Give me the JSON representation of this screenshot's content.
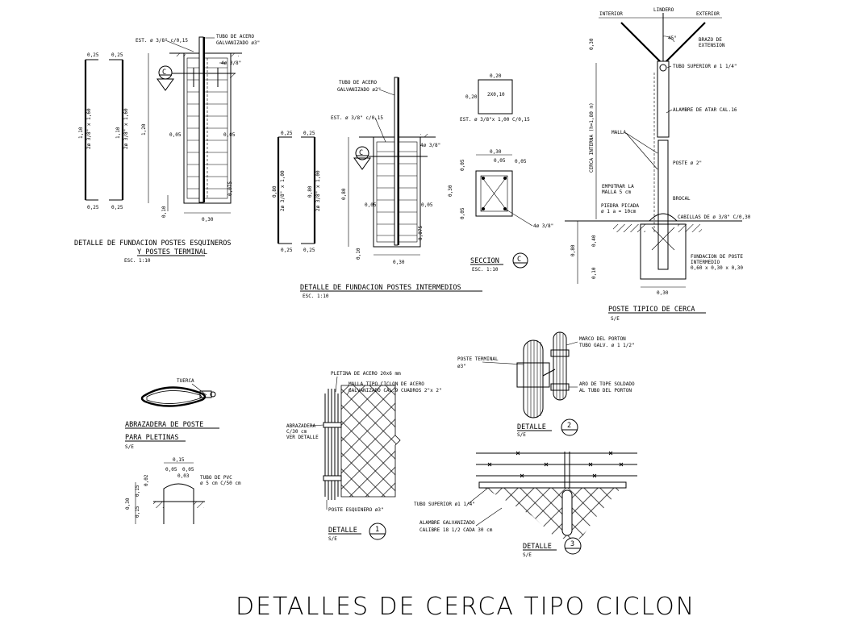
{
  "title": "DETALLES DE CERCA TIPO CICLON",
  "esquineros": {
    "title_line1": "DETALLE DE FUNDACION POSTES ESQUINEROS",
    "title_line2": "Y POSTES TERMINAL",
    "scale": "ESC. 1:10",
    "est": "EST. ø 3/8\" c/0,15",
    "tubo1": "TUBO DE ACERO",
    "tubo2": "GALVANIZADO ø3\"",
    "bar_label": "4ø 3/8\"",
    "dims": [
      "0,25",
      "0,25",
      "1,10",
      "2ø 3/8\" x 1,60",
      "1,10",
      "2ø 3/8\" x 1,60",
      "0,25",
      "0,25",
      "1,20",
      "0,05",
      "0,05",
      "0,075",
      "0,10",
      "0,30"
    ],
    "section_mark": "C"
  },
  "intermedios": {
    "title": "DETALLE DE FUNDACION POSTES INTERMEDIOS",
    "scale": "ESC. 1:10",
    "tubo1": "TUBO DE ACERO",
    "tubo2": "GALVANIZADO ø2\"",
    "est": "EST. ø 3/8\" c/0,15",
    "bar_label": "4ø 3/8\"",
    "dims": [
      "0,25",
      "0,25",
      "0,80",
      "2ø 3/8\" x 1,00",
      "0,80",
      "2ø 3/8\" x 1,00",
      "0,25",
      "0,25",
      "0,80",
      "0,05",
      "0,05",
      "0,075",
      "0,10",
      "0,30"
    ],
    "section_mark": "C"
  },
  "seccion": {
    "top_box": "2X0,10",
    "top_w": "0,20",
    "top_h": "0,20",
    "est": "EST. ø 3/8\"x 1,00 C/0,15",
    "dim_top": "0,30",
    "dims": [
      "0,05",
      "0,05",
      "0,30",
      "0,05",
      "0,05"
    ],
    "bars": "4ø 3/8\"",
    "title": "SECCION",
    "mark": "C",
    "scale": "ESC. 1:10"
  },
  "poste_tipico": {
    "title": "POSTE TIPICO DE CERCA",
    "scale": "S/E",
    "lindero": "LINDERO",
    "interior": "INTERIOR",
    "exterior": "EXTERIOR",
    "angle": "45°",
    "brazo1": "BRAZO DE",
    "brazo2": "EXTENSION",
    "tubo_sup": "TUBO SUPERIOR ø 1 1/4\"",
    "alambre": "ALAMBRE DE ATAR CAL.16",
    "malla": "MALLA",
    "poste": "POSTE ø 2\"",
    "empotrar1": "EMPOTRAR LA",
    "empotrar2": "MALLA 5 cm",
    "brocal": "BROCAL",
    "piedra1": "PIEDRA PICADA",
    "piedra2": "ø 1 a = 10cm",
    "cabillas": "CABILLAS DE ø 3/8\" C/0,30",
    "fund1": "FUNDACION DE POSTE",
    "fund2": "INTERMEDIO",
    "fund3": "0,60 x 0,30 x 0,30",
    "cerca_interna": "CERCA INTERNA (h=1,80 m)",
    "dims": [
      "0,30",
      "0,80",
      "0,40",
      "0,10",
      "0,30"
    ]
  },
  "abrazadera": {
    "tuerca": "TUERCA",
    "title1": "ABRAZADERA DE POSTE",
    "title2": "PARA PLETINAS",
    "scale": "S/E"
  },
  "pvc": {
    "tubo1": "TUBO DE PVC",
    "tubo2": "ø 5 cm C/50 cm",
    "dims": [
      "0,15",
      "0,05",
      "0,05",
      "0,03",
      "0,02",
      "0,30",
      "0,15",
      "0,15"
    ]
  },
  "detalle1": {
    "pletina": "PLETINA DE ACERO 20x6 mm",
    "malla1": "MALLA TIPO CICLON DE ACERO",
    "malla2": "GALVANIZADO CAL.9 CUADROS 2\"x 2\"",
    "abraz1": "ABRAZADERA",
    "abraz2": "C/30 cm",
    "abraz3": "VER DETALLE",
    "poste": "POSTE ESQUINERO ø3\"",
    "label": "DETALLE",
    "num": "1",
    "scale": "S/E"
  },
  "detalle2": {
    "poste_terminal1": "POSTE TERMINAL",
    "poste_terminal2": "ø3\"",
    "marco1": "MARCO DEL PORTON",
    "marco2": "TUBO GALV. ø 1 1/2\"",
    "aro1": "ARO DE TOPE SOLDADO",
    "aro2": "AL TUBO DEL PORTON",
    "label": "DETALLE",
    "num": "2",
    "scale": "S/E"
  },
  "detalle3": {
    "tubo": "TUBO SUPERIOR ø1 1/4\"",
    "alambre1": "ALAMBRE GALVANIZADO",
    "alambre2": "CALIBRE 18 1/2 CADA 30 cm",
    "label": "DETALLE",
    "num": "3",
    "scale": "S/E"
  }
}
